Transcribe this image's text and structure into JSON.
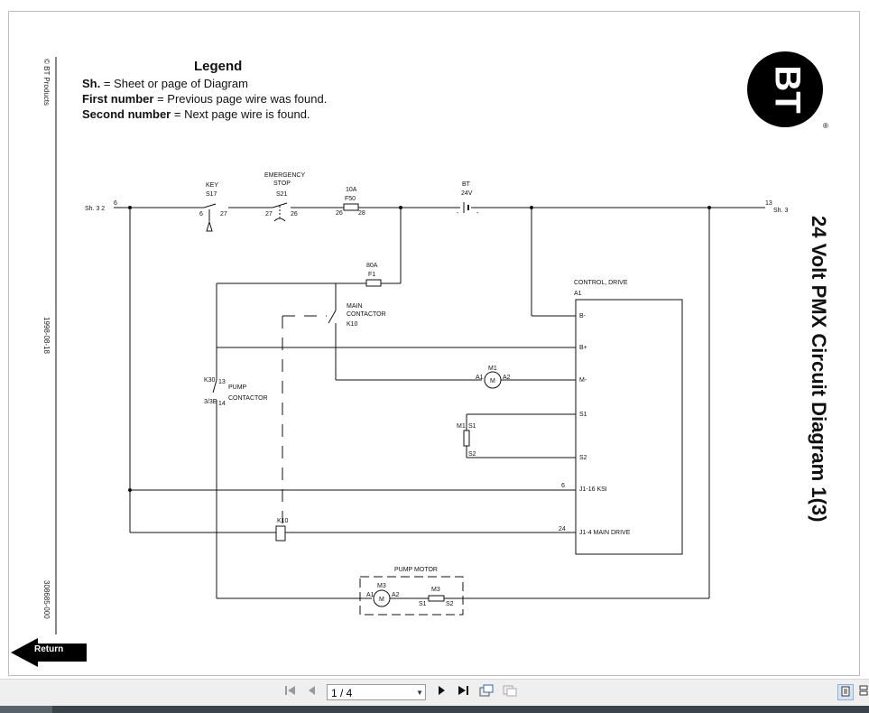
{
  "copyright": "© BT Products",
  "date": "1998-08-18",
  "doc_number": "308685-000",
  "legend": {
    "title": "Legend",
    "sheet_key": "Sh.",
    "sheet_desc": " = Sheet or page of Diagram",
    "first_key": "First number",
    "first_desc": " = Previous page wire was found.",
    "second_key": "Second number",
    "second_desc": " = Next page wire is found."
  },
  "logo": {
    "text": "BT",
    "mark": "®"
  },
  "title": "24 Volt PMX Circuit Diagram 1(3)",
  "return_label": "Return",
  "diagram": {
    "sheet_in": "Sh. 3 2",
    "sheet_in_wire": "6",
    "sheet_out": "Sh. 3",
    "sheet_out_wire": "13",
    "key_label": "KEY",
    "key_ref": "S17",
    "key_t1": "6",
    "key_t2": "27",
    "estop_label1": "EMERGENCY",
    "estop_label2": "STOP",
    "estop_ref": "S21",
    "estop_t1": "27",
    "estop_t2": "26",
    "f50_rating": "10A",
    "f50_ref": "F50",
    "f50_t1": "26",
    "f50_t2": "28",
    "bt_label": "BT",
    "bt_voltage": "24V",
    "bt_minus": "-",
    "bt_minus2": "-",
    "f1_rating": "80A",
    "f1_ref": "F1",
    "main_contactor_1": "MAIN",
    "main_contactor_2": "CONTACTOR",
    "k10_ref": "K10",
    "k10_coil": "K10",
    "k30_ref": "K30",
    "k30_t1": "13",
    "k30_t2": "3/3E",
    "k30_t3": "14",
    "pump_contactor_1": "PUMP",
    "pump_contactor_2": "CONTACTOR",
    "control_drive": "CONTROL, DRIVE",
    "a1_ref": "A1",
    "b_minus": "B-",
    "b_plus": "B+",
    "m_minus": "M-",
    "s1": "S1",
    "s2": "S2",
    "m1_ref": "M1",
    "m1_a1": "A1",
    "m1_a2": "A2",
    "m1_field_ref": "M1",
    "m1_s1": "S1",
    "m1_s2": "S2",
    "ksi_wire": "6",
    "ksi_label": "J1-16  KSI",
    "main_drive_wire": "24",
    "main_drive_label": "J1-4   MAIN DRIVE",
    "pump_motor": "PUMP MOTOR",
    "m3_ref": "M3",
    "m3_a1": "A1",
    "m3_a2": "A2",
    "m3_field_ref": "M3",
    "m3_s1": "S1",
    "m3_s2": "S2",
    "motor_symbol": "M"
  },
  "viewer": {
    "page_indicator": "1 / 4",
    "first_icon": "first-page-icon",
    "prev_icon": "previous-page-icon",
    "next_icon": "next-page-icon",
    "last_icon": "last-page-icon"
  }
}
